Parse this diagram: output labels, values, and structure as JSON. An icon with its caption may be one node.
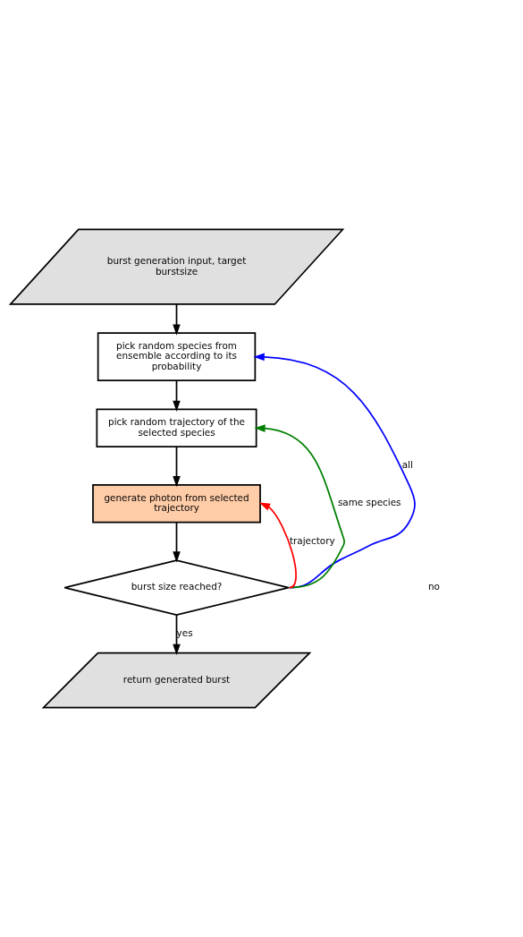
{
  "diagram": {
    "nodes": [
      {
        "text": [
          "burst generation input, target burstsize"
        ]
      },
      {
        "text": [
          "pick random species from ensemble according to its probability"
        ]
      },
      {
        "text": [
          "pick random trajectory of the selected species"
        ]
      },
      {
        "text": [
          "generate photon from selected trajectory"
        ]
      },
      {
        "text": [
          "burst size reached?"
        ]
      },
      {
        "text": [
          "return generated burst"
        ]
      }
    ],
    "edges": [
      {
        "from": 0,
        "to": 1,
        "arrow": "to"
      },
      {
        "from": 1,
        "to": 2,
        "arrow": "to"
      },
      {
        "from": 2,
        "to": 3,
        "arrow": "to"
      },
      {
        "from": 3,
        "to": 4,
        "arrow": "to"
      },
      {
        "from": 4,
        "to": 5,
        "arrow": "to",
        "label": "yes"
      },
      {
        "from": 4,
        "to": 1,
        "arrow": "to",
        "label": "all",
        "color": "#0000ff"
      },
      {
        "from": 4,
        "to": 2,
        "arrow": "to",
        "label": "same species",
        "color": "#008000"
      },
      {
        "from": 4,
        "to": 3,
        "arrow": "to",
        "label": "trajectory",
        "color": "#ff0000"
      }
    ],
    "labels": [
      "no"
    ]
  }
}
